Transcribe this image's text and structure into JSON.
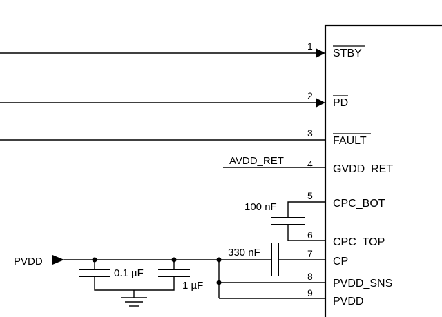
{
  "pins": [
    {
      "number": "1",
      "name": "STBY",
      "overbar": true
    },
    {
      "number": "2",
      "name": "PD",
      "overbar": true
    },
    {
      "number": "3",
      "name": "FAULT",
      "overbar": true
    },
    {
      "number": "4",
      "name": "GVDD_RET",
      "overbar": false
    },
    {
      "number": "5",
      "name": "CPC_BOT",
      "overbar": false
    },
    {
      "number": "6",
      "name": "CPC_TOP",
      "overbar": false
    },
    {
      "number": "7",
      "name": "CP",
      "overbar": false
    },
    {
      "number": "8",
      "name": "PVDD_SNS",
      "overbar": false
    },
    {
      "number": "9",
      "name": "PVDD",
      "overbar": false
    }
  ],
  "nets": {
    "avdd_ret": "AVDD_RET",
    "pvdd_input": "PVDD"
  },
  "components": {
    "cap_flying": "100 nF",
    "cap_cp": "330 nF",
    "cap_decouple_small": "0.1 µF",
    "cap_decouple_large": "1 µF"
  }
}
